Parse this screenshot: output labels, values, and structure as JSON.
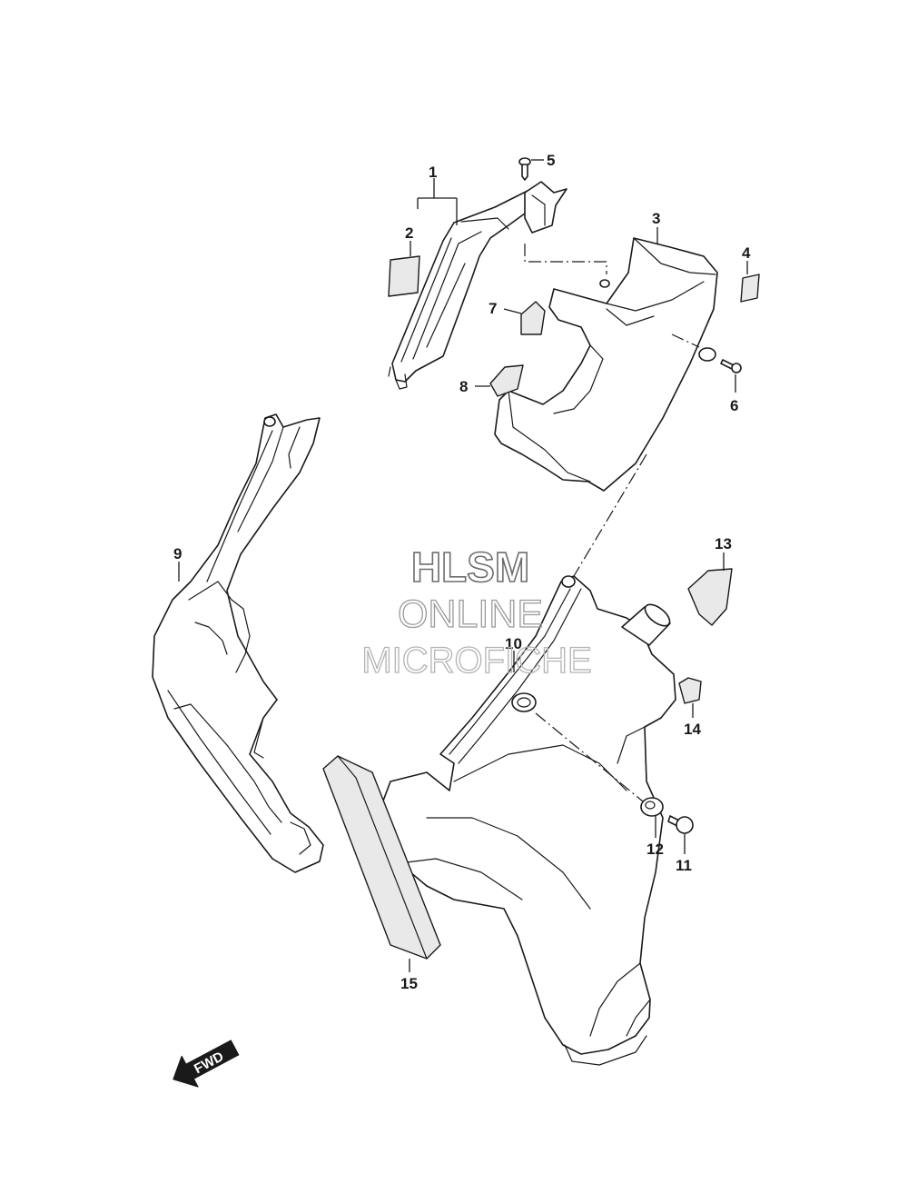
{
  "callouts": [
    {
      "id": "1",
      "label": "1"
    },
    {
      "id": "2",
      "label": "2"
    },
    {
      "id": "3",
      "label": "3"
    },
    {
      "id": "4",
      "label": "4"
    },
    {
      "id": "5",
      "label": "5"
    },
    {
      "id": "6",
      "label": "6"
    },
    {
      "id": "7",
      "label": "7"
    },
    {
      "id": "8",
      "label": "8"
    },
    {
      "id": "9",
      "label": "9"
    },
    {
      "id": "10",
      "label": "10"
    },
    {
      "id": "11",
      "label": "11"
    },
    {
      "id": "12",
      "label": "12"
    },
    {
      "id": "13",
      "label": "13"
    },
    {
      "id": "14",
      "label": "14"
    },
    {
      "id": "15",
      "label": "15"
    }
  ],
  "watermark": {
    "line1": "HLSM",
    "line2": "ONLINE",
    "line3": "MICROFICHE"
  },
  "direction_badge": {
    "text": "FWD",
    "icon": "forward-arrow-icon"
  }
}
